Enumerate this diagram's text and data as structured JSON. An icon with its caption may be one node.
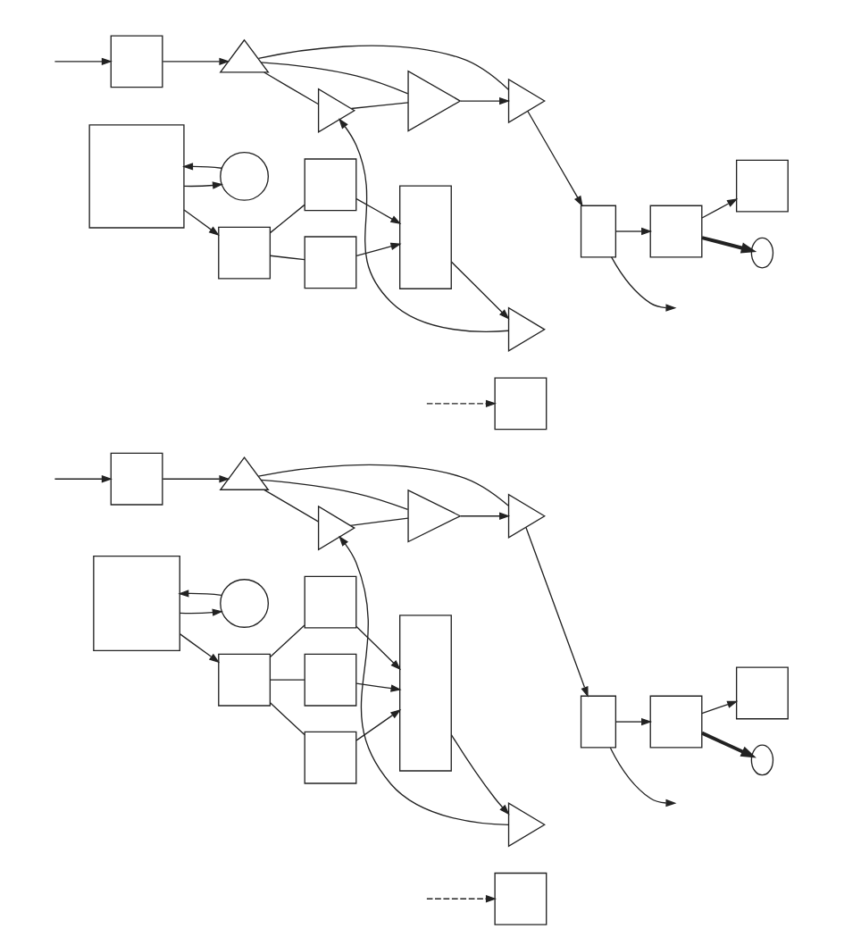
{
  "diagram": {
    "nodes": [
      {
        "text": [],
        "shape": "triangle"
      },
      {
        "text": [],
        "shape": "triangle"
      },
      {
        "text": [],
        "shape": "triangle"
      },
      {
        "text": [],
        "shape": "triangle"
      },
      {
        "text": [],
        "shape": "box"
      },
      {
        "text": [],
        "shape": "box"
      },
      {
        "text": [],
        "shape": "triangle"
      },
      {
        "text": [],
        "shape": "box"
      },
      {
        "text": [],
        "shape": "ellipse"
      },
      {
        "text": [],
        "shape": "box"
      },
      {
        "text": [],
        "shape": "box"
      },
      {
        "text": [],
        "shape": "box"
      },
      {
        "text": [],
        "shape": "box"
      },
      {
        "text": [],
        "shape": "box"
      },
      {
        "text": [],
        "shape": "box"
      },
      {
        "text": [],
        "shape": "box"
      },
      {
        "text": [],
        "shape": "circle"
      },
      {
        "text": [],
        "shape": "triangle"
      },
      {
        "text": [],
        "shape": "triangle"
      },
      {
        "text": [],
        "shape": "triangle"
      },
      {
        "text": [],
        "shape": "triangle"
      },
      {
        "text": [],
        "shape": "box"
      },
      {
        "text": [],
        "shape": "box"
      },
      {
        "text": [],
        "shape": "triangle"
      },
      {
        "text": [],
        "shape": "box"
      },
      {
        "text": [],
        "shape": "ellipse"
      },
      {
        "text": [],
        "shape": "box"
      },
      {
        "text": [],
        "shape": "box"
      },
      {
        "text": [],
        "shape": "box"
      },
      {
        "text": [],
        "shape": "box"
      },
      {
        "text": [],
        "shape": "box"
      },
      {
        "text": [],
        "shape": "box"
      },
      {
        "text": [],
        "shape": "box"
      },
      {
        "text": [],
        "shape": "box"
      },
      {
        "text": [],
        "shape": "circle"
      }
    ],
    "edges": [
      {
        "from": 11,
        "to": 0,
        "arrow": "to"
      },
      {
        "from": 0,
        "to": 1,
        "arrow": "to"
      },
      {
        "from": 1,
        "to": 2,
        "arrow": "none"
      },
      {
        "from": 2,
        "to": 3,
        "arrow": "to"
      },
      {
        "from": 3,
        "to": 4,
        "arrow": "to"
      },
      {
        "from": 4,
        "to": null,
        "arrow": "to"
      },
      {
        "from": 4,
        "to": 5,
        "arrow": "to"
      },
      {
        "from": 5,
        "to": 8,
        "arrow": "to",
        "style": "thick"
      },
      {
        "from": 5,
        "to": 10,
        "arrow": "to"
      },
      {
        "from": null,
        "to": 7,
        "arrow": "to"
      },
      {
        "from": 7,
        "to": 6,
        "arrow": "to"
      },
      {
        "from": 6,
        "to": 1,
        "arrow": "none"
      },
      {
        "from": 6,
        "to": 2,
        "arrow": "none"
      },
      {
        "from": 6,
        "to": 3,
        "arrow": "none"
      },
      {
        "from": null,
        "to": 9,
        "arrow": "to",
        "style": "dashed"
      },
      {
        "from": 15,
        "to": 14,
        "arrow": "to"
      },
      {
        "from": 14,
        "to": 12,
        "arrow": "none"
      },
      {
        "from": 14,
        "to": 13,
        "arrow": "none"
      },
      {
        "from": 12,
        "to": 11,
        "arrow": "to"
      },
      {
        "from": 13,
        "to": 11,
        "arrow": "to"
      },
      {
        "from": 16,
        "to": 15,
        "arrow": "to"
      },
      {
        "from": 15,
        "to": 16,
        "arrow": "to"
      },
      {
        "from": 32,
        "to": 17,
        "arrow": "to"
      },
      {
        "from": 17,
        "to": 18,
        "arrow": "to"
      },
      {
        "from": 18,
        "to": 19,
        "arrow": "none"
      },
      {
        "from": 19,
        "to": 20,
        "arrow": "to"
      },
      {
        "from": 20,
        "to": 21,
        "arrow": "to"
      },
      {
        "from": 21,
        "to": null,
        "arrow": "to"
      },
      {
        "from": 21,
        "to": 22,
        "arrow": "to"
      },
      {
        "from": 22,
        "to": 25,
        "arrow": "to",
        "style": "thick"
      },
      {
        "from": 22,
        "to": 27,
        "arrow": "to"
      },
      {
        "from": null,
        "to": 24,
        "arrow": "to"
      },
      {
        "from": 24,
        "to": 23,
        "arrow": "to"
      },
      {
        "from": 23,
        "to": 18,
        "arrow": "none"
      },
      {
        "from": 23,
        "to": 19,
        "arrow": "none"
      },
      {
        "from": 23,
        "to": 20,
        "arrow": "none"
      },
      {
        "from": null,
        "to": 26,
        "arrow": "to",
        "style": "dashed"
      },
      {
        "from": 33,
        "to": 31,
        "arrow": "to"
      },
      {
        "from": 31,
        "to": 28,
        "arrow": "none"
      },
      {
        "from": 31,
        "to": 29,
        "arrow": "none"
      },
      {
        "from": 31,
        "to": 30,
        "arrow": "none"
      },
      {
        "from": 28,
        "to": 32,
        "arrow": "to"
      },
      {
        "from": 29,
        "to": 32,
        "arrow": "to"
      },
      {
        "from": 30,
        "to": 32,
        "arrow": "to"
      },
      {
        "from": 34,
        "to": 33,
        "arrow": "to"
      },
      {
        "from": 33,
        "to": 34,
        "arrow": "to"
      }
    ]
  }
}
